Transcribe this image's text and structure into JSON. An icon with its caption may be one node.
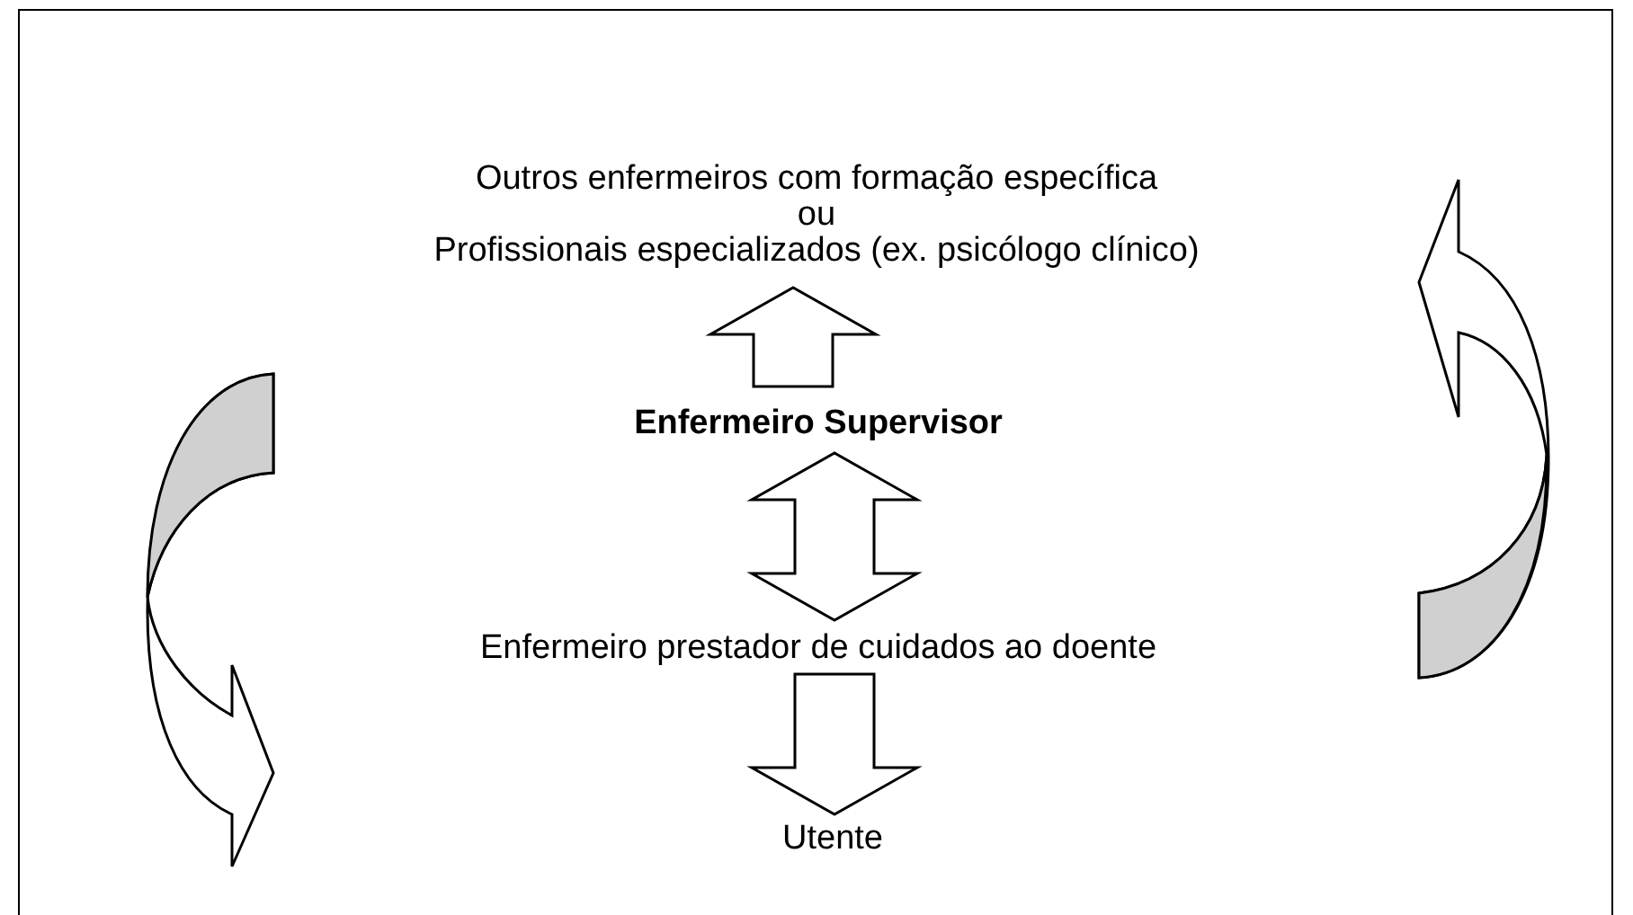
{
  "diagram": {
    "nodes": [
      {
        "text": [
          "Outros enfermeiros com formação específica",
          "ou",
          "Profissionais especializados (ex. psicólogo clínico)"
        ]
      },
      {
        "text": [
          "Enfermeiro Supervisor"
        ]
      },
      {
        "text": [
          "Enfermeiro prestador de cuidados ao doente"
        ]
      },
      {
        "text": [
          "Utente"
        ]
      }
    ],
    "edges": [
      {
        "from": 1,
        "to": 0,
        "arrow": "to"
      },
      {
        "from": 1,
        "to": 2,
        "arrow": "both"
      },
      {
        "from": 2,
        "to": 3,
        "arrow": "to"
      }
    ]
  }
}
